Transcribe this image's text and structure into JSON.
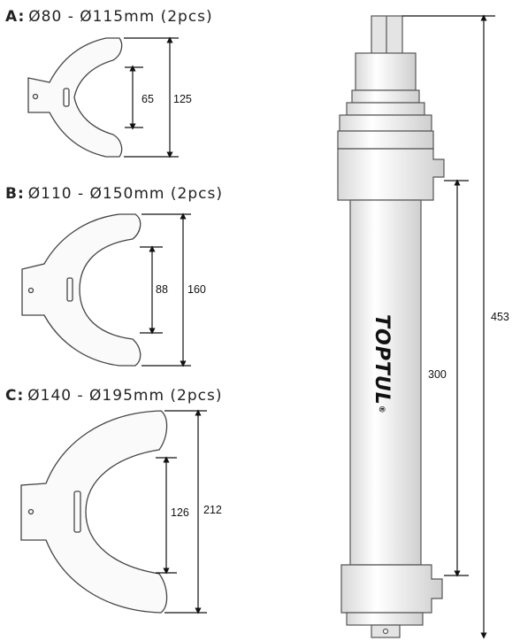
{
  "sections": [
    {
      "letter": "A:",
      "text": "Ø80 - Ø115mm (2pcs)",
      "inner": "65",
      "outer": "125"
    },
    {
      "letter": "B:",
      "text": "Ø110 - Ø150mm (2pcs)",
      "inner": "88",
      "outer": "160"
    },
    {
      "letter": "C:",
      "text": "Ø140 - Ø195mm (2pcs)",
      "inner": "126",
      "outer": "212"
    }
  ],
  "cylinder": {
    "brand": "TOPTUL",
    "brand_mark": "®",
    "body_length": "300",
    "total_length": "453"
  }
}
